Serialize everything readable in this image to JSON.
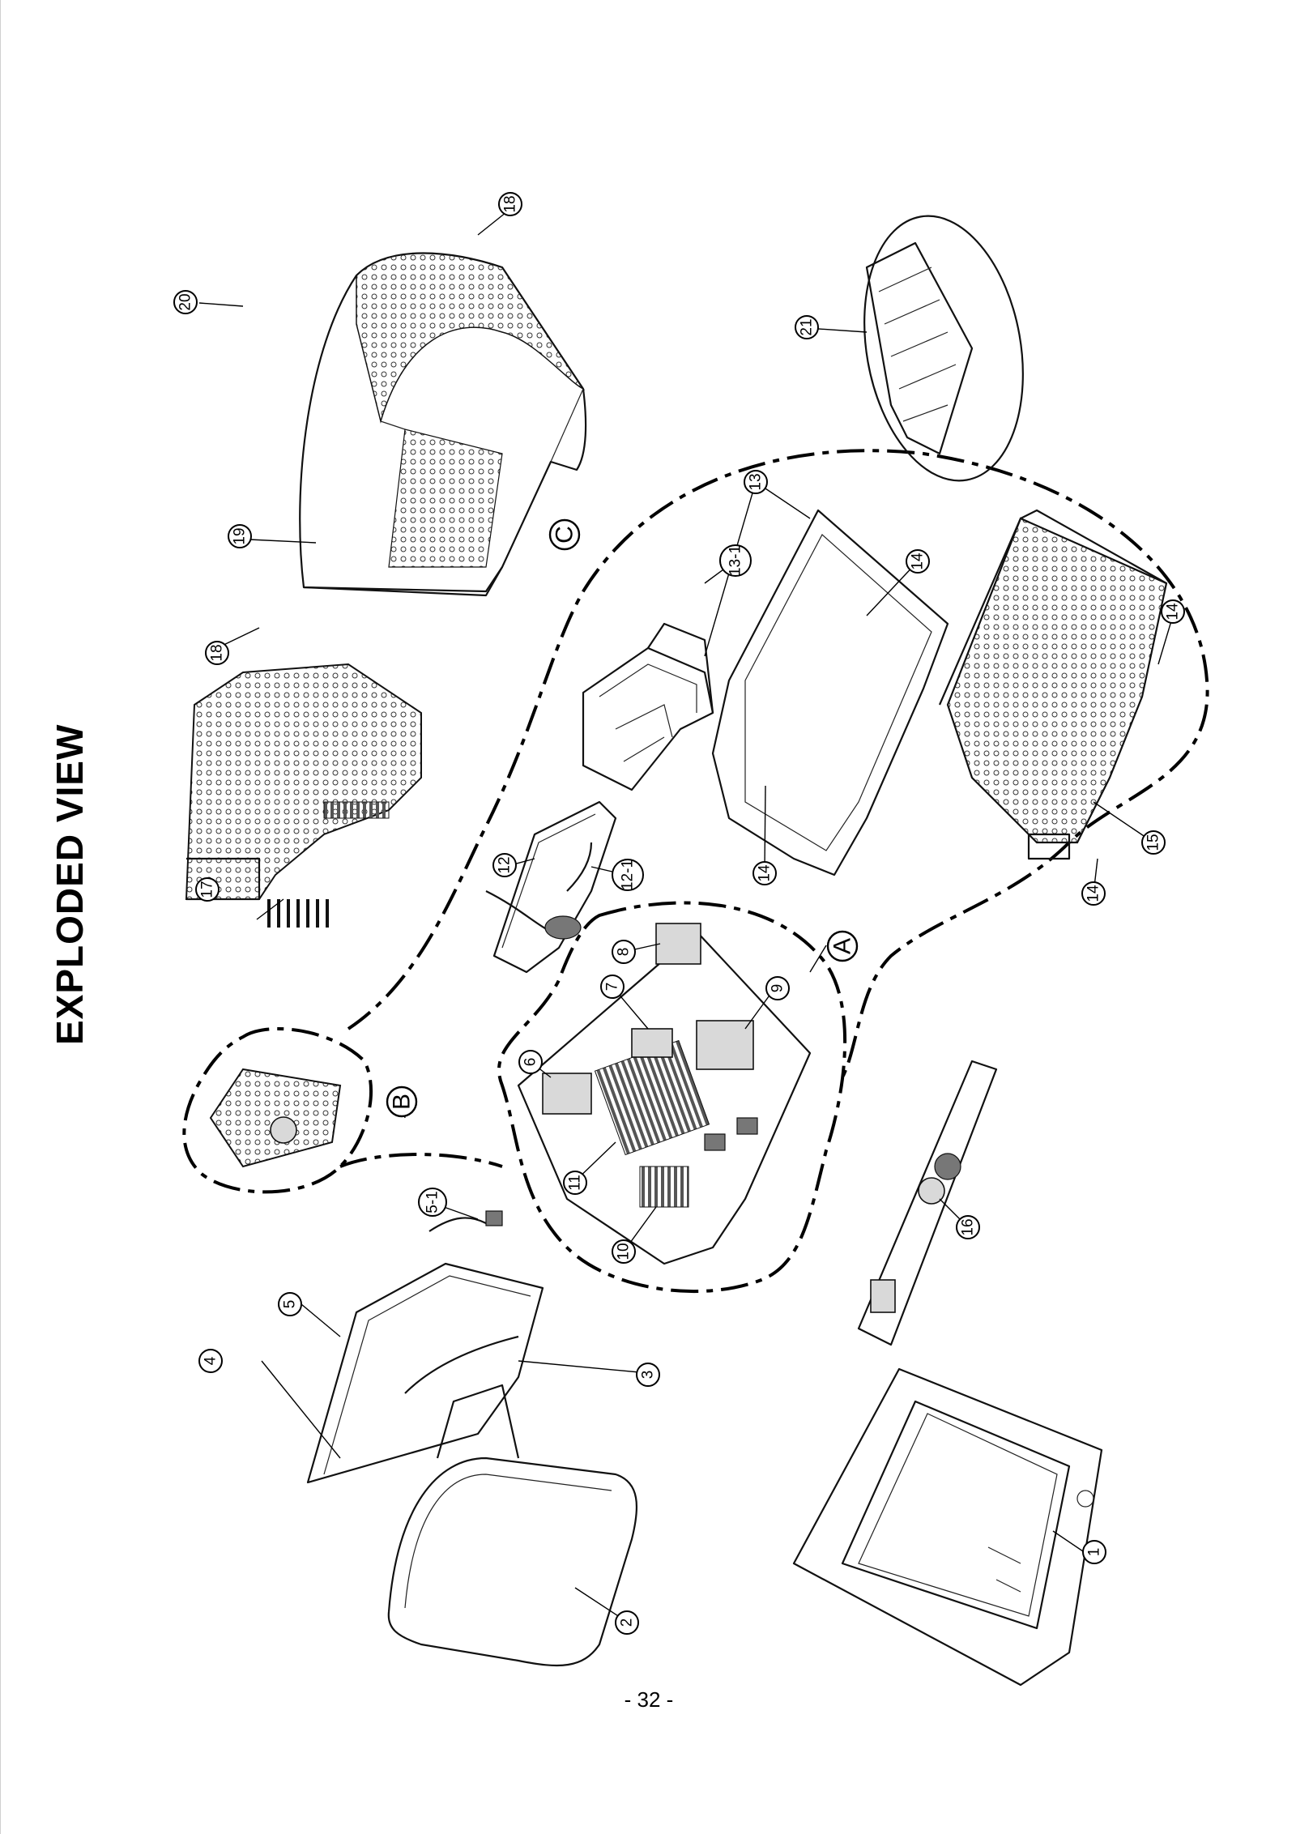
{
  "title": "EXPLODED VIEW",
  "page_number": "- 32 -",
  "callouts": [
    "1",
    "2",
    "3",
    "4",
    "5",
    "5-1",
    "6",
    "7",
    "8",
    "9",
    "10",
    "11",
    "12",
    "12-1",
    "13",
    "13-1",
    "14",
    "14",
    "14",
    "14",
    "15",
    "16",
    "17",
    "18",
    "18",
    "19",
    "20",
    "21"
  ],
  "groups": [
    "A",
    "B",
    "C"
  ],
  "colors": {
    "ink": "#000000",
    "paper": "#ffffff"
  }
}
